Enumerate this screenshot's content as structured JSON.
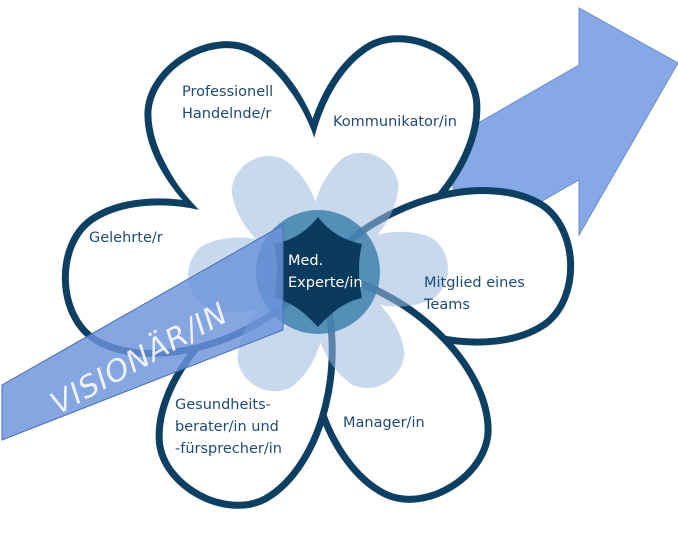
{
  "diagram": {
    "center": {
      "lines": [
        "Med.",
        "Experte/in"
      ]
    },
    "petals": [
      {
        "id": "professionell",
        "lines": [
          "Professionell",
          "Handelnde/r"
        ]
      },
      {
        "id": "kommunikator",
        "lines": [
          "Kommunikator/in"
        ]
      },
      {
        "id": "mitglied",
        "lines": [
          "Mitglied eines",
          "Teams"
        ]
      },
      {
        "id": "manager",
        "lines": [
          "Manager/in"
        ]
      },
      {
        "id": "gesundheit",
        "lines": [
          "Gesundheits-",
          "berater/in und",
          "-fürsprecher/in"
        ]
      },
      {
        "id": "gelehrte",
        "lines": [
          "Gelehrte/r"
        ]
      }
    ],
    "arrow": {
      "label": "VISIONÄR/IN"
    },
    "colors": {
      "outline": "#0d3f63",
      "inner": "#c9d9ee",
      "overlap": "#3f81ad",
      "core": "#0b3a5f",
      "arrow": "#7fa4e4",
      "text": "#1f4a72"
    }
  }
}
